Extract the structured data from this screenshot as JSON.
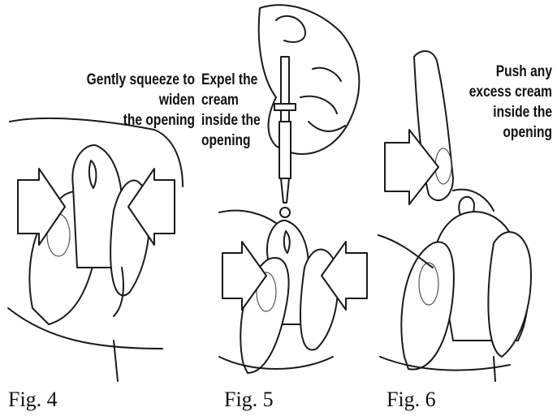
{
  "figures": [
    {
      "caption_lines": [
        "Gently squeeze to widen",
        "the opening"
      ],
      "label": "Fig. 4"
    },
    {
      "caption_lines": [
        "Expel the",
        "cream",
        "inside the",
        "opening"
      ],
      "label": "Fig. 5"
    },
    {
      "caption_lines": [
        "Push any",
        "excess cream",
        "inside the",
        "opening"
      ],
      "label": "Fig. 6"
    }
  ]
}
